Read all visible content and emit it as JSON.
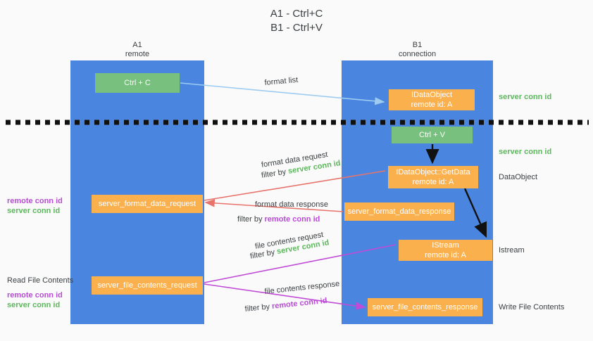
{
  "title": {
    "line1": "A1 - Ctrl+C",
    "line2": "B1 - Ctrl+V"
  },
  "colors": {
    "background": "#fafafa",
    "column": "#4a86e0",
    "green_node": "#78c07d",
    "orange_node": "#fbb04e",
    "server_conn_id": "#5cb85c",
    "remote_conn_id": "#b94bd6",
    "arrow_blue": "#9ecbf0",
    "arrow_red": "#e8736b",
    "arrow_magenta": "#c04bd6",
    "arrow_black": "#000000",
    "text": "#3c4043"
  },
  "columns": {
    "a": {
      "name": "A1",
      "role": "remote"
    },
    "b": {
      "name": "B1",
      "role": "connection"
    }
  },
  "nodes": {
    "ctrl_c": {
      "label": "Ctrl + C"
    },
    "idataobject": {
      "line1": "IDataObject",
      "line2": "remote id: A"
    },
    "ctrl_v": {
      "label": "Ctrl + V"
    },
    "getdata": {
      "line1": "IDataObject::GetData",
      "line2": "remote id: A"
    },
    "server_format_data_request": {
      "label": "server_format_data_request"
    },
    "server_format_data_response": {
      "label": "server_format_data_response"
    },
    "istream": {
      "line1": "IStream",
      "line2": "remote id: A"
    },
    "server_file_contents_request": {
      "label": "server_file_contents_request"
    },
    "server_file_contents_response": {
      "label": "server_file_contents_response"
    }
  },
  "edge_labels": {
    "format_list": "format list",
    "format_data_request": "format data request",
    "filter_by": "filter by ",
    "server_conn_id": "server conn id",
    "remote_conn_id": "remote conn id",
    "format_data_response": "format data response",
    "file_contents_request": "file contents request",
    "file_contents_response": "file contents response"
  },
  "side_labels": {
    "right_server_conn_id_1": "server conn id",
    "right_server_conn_id_2": "server conn id",
    "dataobject": "DataObject",
    "istream": "Istream",
    "write_file_contents": "Write File Contents",
    "read_file_contents": "Read File Contents",
    "left_remote_conn_id_1": "remote conn id",
    "left_server_conn_id_1": "server conn id",
    "left_remote_conn_id_2": "remote conn id",
    "left_server_conn_id_2": "server conn id"
  }
}
